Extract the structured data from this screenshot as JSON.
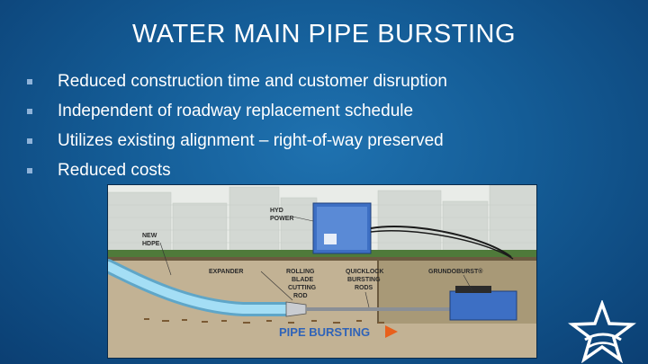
{
  "slide": {
    "title": "WATER MAIN PIPE BURSTING",
    "bullets": [
      "Reduced construction time and customer disruption",
      "Independent of roadway replacement schedule",
      "Utilizes existing alignment – right-of-way preserved",
      "Reduced costs"
    ]
  },
  "diagram": {
    "labels": {
      "hyd_power_1": "HYD",
      "hyd_power_2": "POWER",
      "new_hdpe_1": "NEW",
      "new_hdpe_2": "HDPE",
      "expander": "EXPANDER",
      "rolling_1": "ROLLING",
      "rolling_2": "BLADE",
      "rolling_3": "CUTTING",
      "rolling_4": "ROD",
      "quicklock_1": "QUICKLOCK",
      "quicklock_2": "BURSTING",
      "quicklock_3": "RODS",
      "grundoburst": "GRUNDOBURST®",
      "caption": "PIPE BURSTING"
    }
  },
  "colors": {
    "background": "#145c96",
    "pipe": "#8ed3f0",
    "machine": "#3d6fc4",
    "caption": "#2f63b8",
    "arrow": "#e8601c"
  }
}
